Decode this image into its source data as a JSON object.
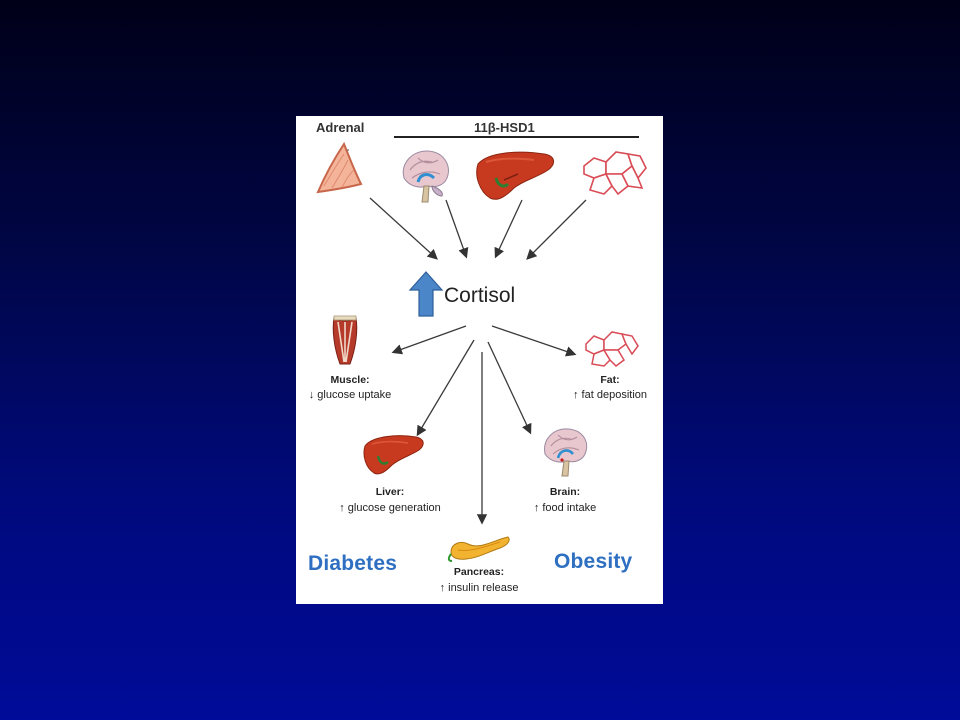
{
  "diagram": {
    "header": {
      "adrenal_label": "Adrenal",
      "hsd1_label": "11β-HSD1"
    },
    "center": {
      "cortisol_label": "Cortisol"
    },
    "effects": {
      "muscle": {
        "title": "Muscle:",
        "effect": "↓ glucose uptake"
      },
      "fat": {
        "title": "Fat:",
        "effect": "↑ fat deposition"
      },
      "liver": {
        "title": "Liver:",
        "effect": "↑ glucose generation"
      },
      "brain": {
        "title": "Brain:",
        "effect": "↑ food intake"
      },
      "pancreas": {
        "title": "Pancreas:",
        "effect": "↑ insulin release"
      }
    },
    "outcomes": {
      "left": "Diabetes",
      "right": "Obesity"
    },
    "colors": {
      "outcome_blue": "#2e6fc1",
      "arrow_blue": "#4a86c8",
      "organ_red": "#c83a20",
      "fat_red": "#d94b55"
    }
  }
}
